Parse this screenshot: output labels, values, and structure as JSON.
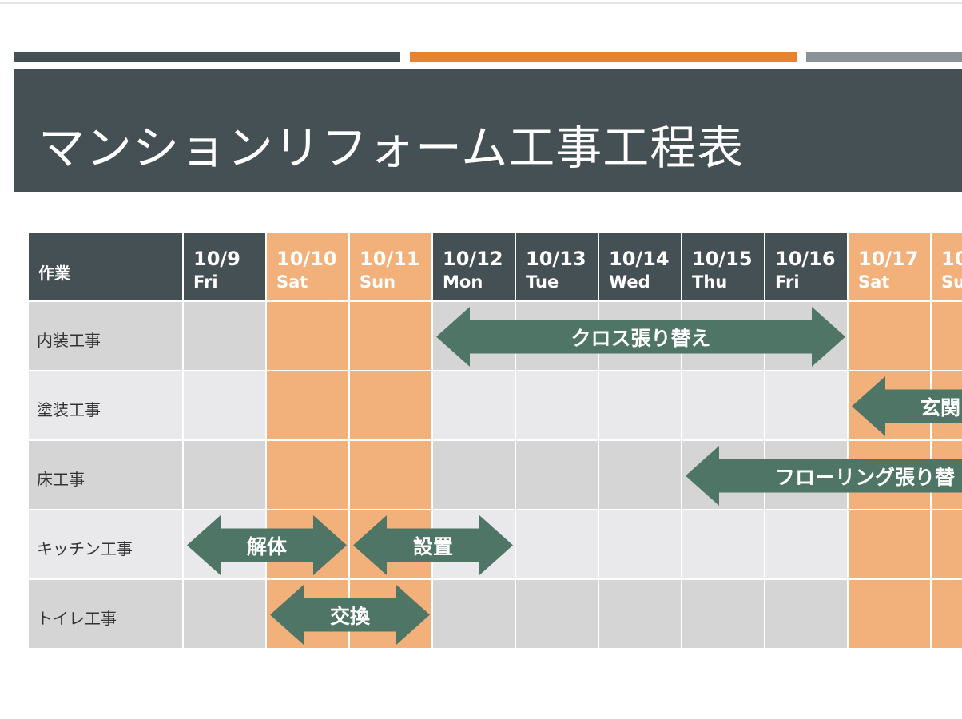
{
  "title": "マンションリフォーム工事工程表",
  "colors": {
    "header_dark": "#455055",
    "accent_orange": "#e7832f",
    "weekend": "#f2b17b",
    "row_dark": "#d5d5d5",
    "row_light": "#e9e9ec",
    "arrow": "#4e7565"
  },
  "table": {
    "task_header": "作業",
    "days": [
      {
        "date": "10/9",
        "dow": "Fri",
        "weekend": false
      },
      {
        "date": "10/10",
        "dow": "Sat",
        "weekend": true
      },
      {
        "date": "10/11",
        "dow": "Sun",
        "weekend": true
      },
      {
        "date": "10/12",
        "dow": "Mon",
        "weekend": false
      },
      {
        "date": "10/13",
        "dow": "Tue",
        "weekend": false
      },
      {
        "date": "10/14",
        "dow": "Wed",
        "weekend": false
      },
      {
        "date": "10/15",
        "dow": "Thu",
        "weekend": false
      },
      {
        "date": "10/16",
        "dow": "Fri",
        "weekend": false
      },
      {
        "date": "10/17",
        "dow": "Sat",
        "weekend": true
      },
      {
        "date": "10",
        "dow": "Su",
        "weekend": true
      }
    ],
    "rows": [
      {
        "label": "内装工事"
      },
      {
        "label": "塗装工事"
      },
      {
        "label": "床工事"
      },
      {
        "label": "キッチン工事"
      },
      {
        "label": "トイレ工事"
      }
    ]
  },
  "bars": [
    {
      "label": "クロス張り替え",
      "row": 0,
      "start": 3,
      "end": 8,
      "type": "double"
    },
    {
      "label": "玄関",
      "row": 1,
      "start": 8,
      "end": 10,
      "type": "left"
    },
    {
      "label": "フローリング張り替",
      "row": 2,
      "start": 6,
      "end": 10,
      "type": "left"
    },
    {
      "label": "解体",
      "row": 3,
      "start": 0,
      "end": 2,
      "type": "double"
    },
    {
      "label": "設置",
      "row": 3,
      "start": 2,
      "end": 4,
      "type": "double"
    },
    {
      "label": "交換",
      "row": 4,
      "start": 1,
      "end": 3,
      "type": "double"
    }
  ]
}
